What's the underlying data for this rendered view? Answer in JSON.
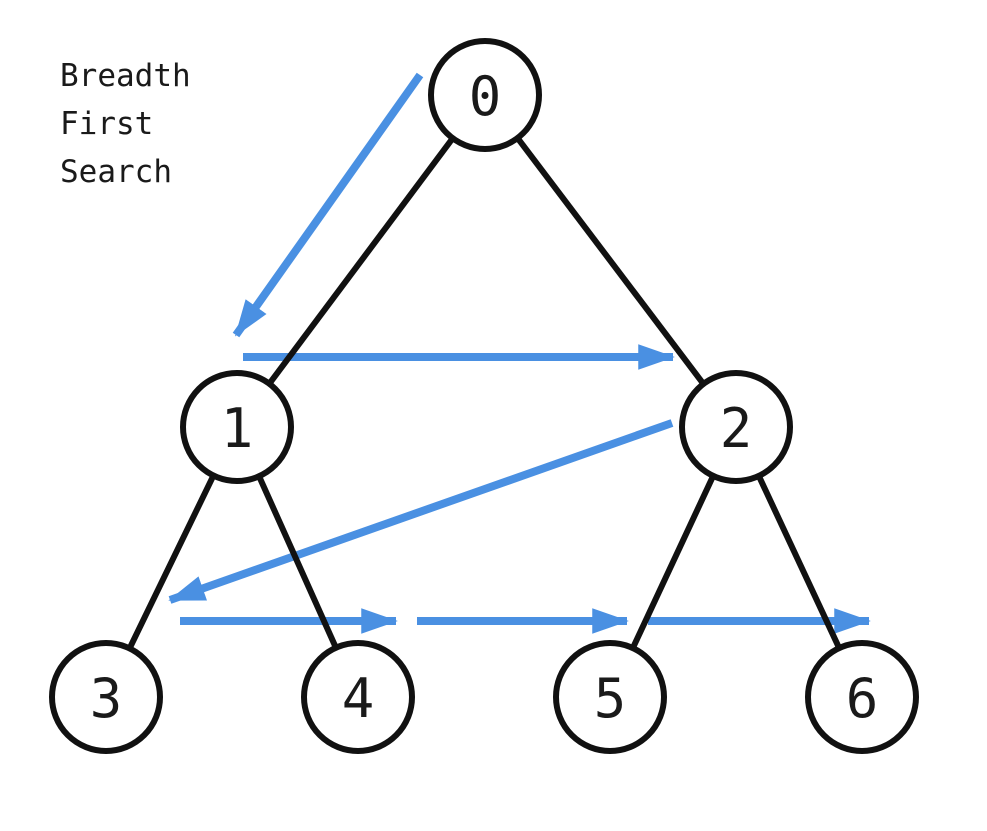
{
  "title": {
    "full": "Breadth First Search",
    "line1": "Breadth",
    "line2": "First",
    "line3": "Search"
  },
  "colors": {
    "arrow_blue": "#4A90E2",
    "edge_black": "#111111",
    "node_fill": "#ffffff",
    "text_black": "#1a1a1a"
  },
  "tree": {
    "nodes": [
      {
        "id": "0",
        "label": "0"
      },
      {
        "id": "1",
        "label": "1"
      },
      {
        "id": "2",
        "label": "2"
      },
      {
        "id": "3",
        "label": "3"
      },
      {
        "id": "4",
        "label": "4"
      },
      {
        "id": "5",
        "label": "5"
      },
      {
        "id": "6",
        "label": "6"
      }
    ],
    "edges": [
      {
        "from": "0",
        "to": "1"
      },
      {
        "from": "0",
        "to": "2"
      },
      {
        "from": "1",
        "to": "3"
      },
      {
        "from": "1",
        "to": "4"
      },
      {
        "from": "2",
        "to": "5"
      },
      {
        "from": "2",
        "to": "6"
      }
    ]
  },
  "traversal": {
    "algorithm": "Breadth First Search",
    "order": [
      "0",
      "1",
      "2",
      "3",
      "4",
      "5",
      "6"
    ],
    "arrows": [
      {
        "from": "0",
        "to": "1",
        "shape": "diagonal-down-left"
      },
      {
        "from": "1",
        "to": "2",
        "shape": "horizontal-right"
      },
      {
        "from": "2",
        "to": "3",
        "shape": "diagonal-down-left"
      },
      {
        "from": "3",
        "to": "4",
        "shape": "horizontal-right"
      },
      {
        "from": "4",
        "to": "5",
        "shape": "horizontal-right"
      },
      {
        "from": "5",
        "to": "6",
        "shape": "horizontal-right"
      }
    ]
  }
}
